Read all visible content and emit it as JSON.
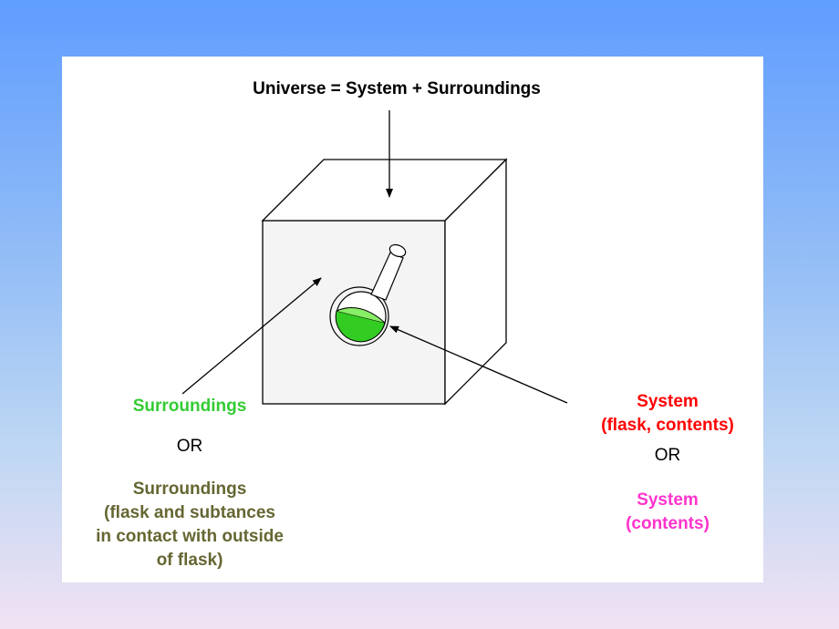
{
  "title": "Universe = System + Surroundings",
  "surroundings_label": "Surroundings",
  "or_left": "OR",
  "surroundings_alt": "Surroundings\n(flask and subtances\nin contact with outside\nof flask)",
  "system_label": "System\n(flask, contents)",
  "or_right": "OR",
  "system_alt": "System\n(contents)",
  "colors": {
    "background_top": "#5f9dff",
    "background_bottom": "#f1e2f3",
    "surroundings": "#33cc33",
    "surroundings_alt": "#666633",
    "system": "#ff0000",
    "system_alt": "#ff33cc",
    "flask_liquid": "#33cc22"
  }
}
